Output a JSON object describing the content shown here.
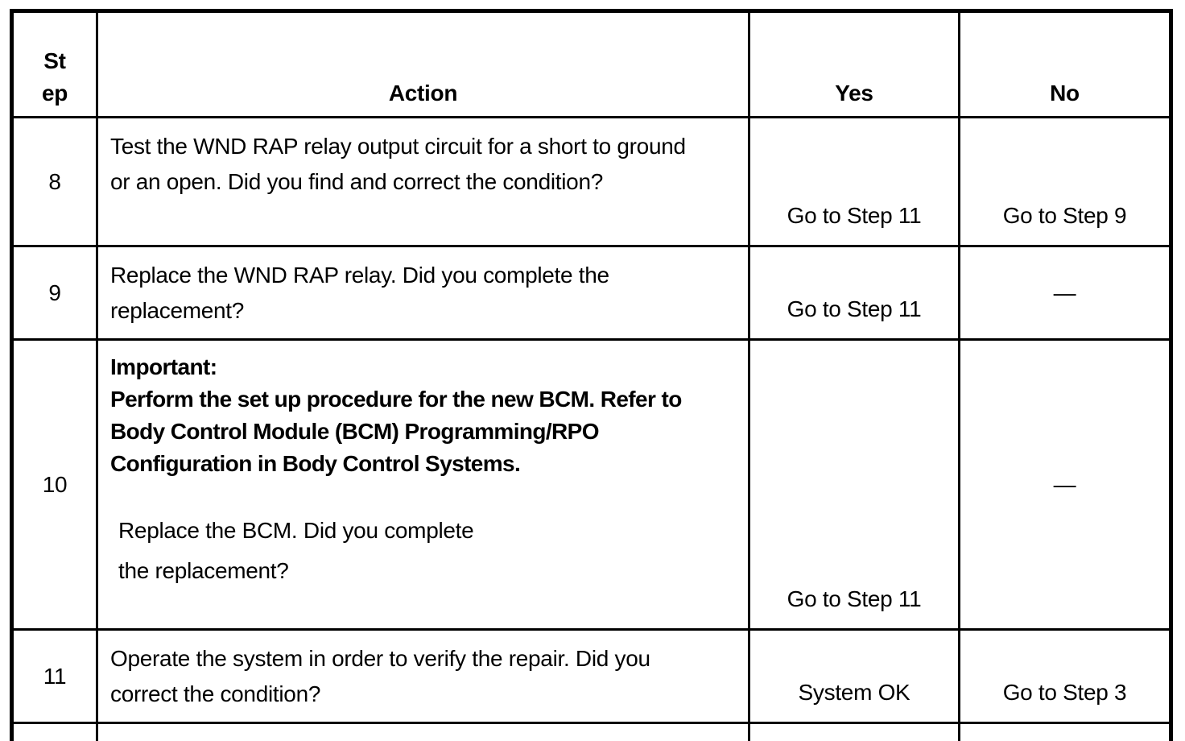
{
  "header": {
    "step_line1": "St",
    "step_line2": "ep",
    "action": "Action",
    "yes": "Yes",
    "no": "No"
  },
  "rows": [
    {
      "step": "8",
      "line1": "Test the WND RAP relay output circuit for a short to ground",
      "line2": "or an open. Did you find and correct the condition?",
      "yes": "Go to Step 11",
      "no": "Go to Step 9"
    },
    {
      "step": "9",
      "line1": "Replace the WND RAP relay. Did you complete the",
      "line2": "replacement?",
      "yes": "Go to Step 11",
      "no": "—"
    },
    {
      "step": "10",
      "important_label": "Important:",
      "bold1": "Perform the set up procedure for the new BCM. Refer to",
      "bold2": "Body Control Module (BCM) Programming/RPO",
      "bold3": "Configuration in Body Control Systems.",
      "line1": "Replace the BCM.  Did you complete",
      "line2": "the replacement?",
      "yes": "Go to Step 11",
      "no": "—"
    },
    {
      "step": "11",
      "line1": "Operate the system in order to verify the repair. Did you",
      "line2": "correct the condition?",
      "yes": "System OK",
      "no": "Go to Step 3"
    }
  ]
}
